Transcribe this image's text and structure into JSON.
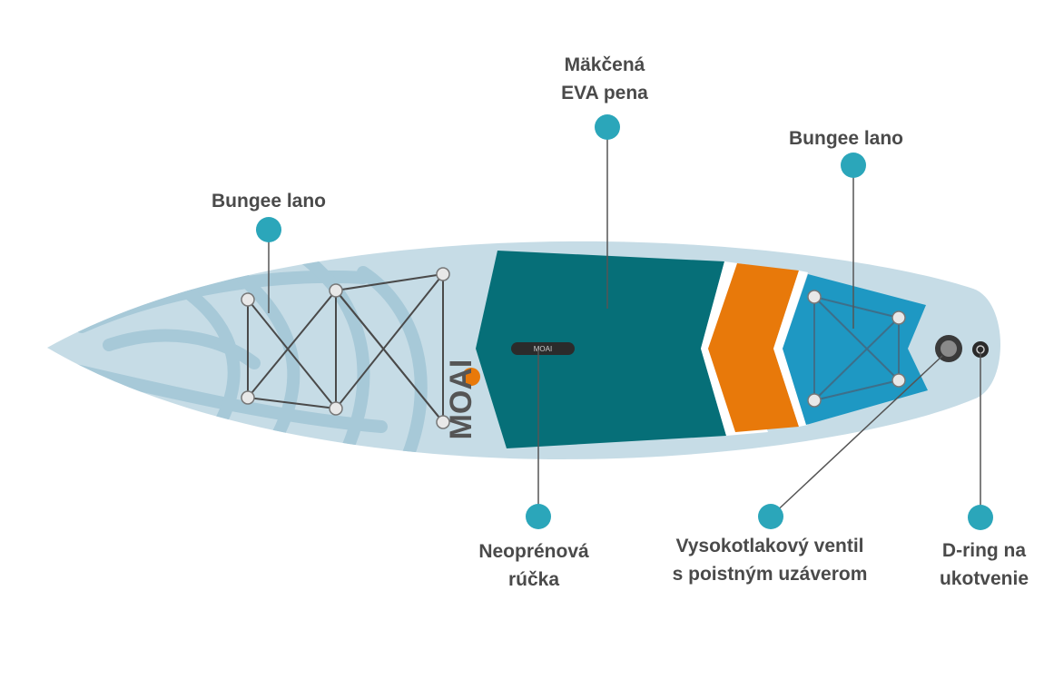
{
  "board": {
    "logo_text": "MOAI",
    "handle_text": "MOAI",
    "colors": {
      "hull": "#c6dce6",
      "hull_pattern": "#a7c9d8",
      "deck_pad": "#066f78",
      "chevron_orange": "#e8790a",
      "chevron_white": "#ffffff",
      "tail_pad": "#1e98c3",
      "marker": "#2ba6ba",
      "leader_line": "#555555",
      "text": "#4a4a4a"
    }
  },
  "callouts": [
    {
      "id": "bungee-front",
      "lines": [
        "Bungee lano"
      ]
    },
    {
      "id": "eva-foam",
      "lines": [
        "Mäkčená",
        "EVA pena"
      ]
    },
    {
      "id": "bungee-rear",
      "lines": [
        "Bungee lano"
      ]
    },
    {
      "id": "handle",
      "lines": [
        "Neoprénová",
        "rúčka"
      ]
    },
    {
      "id": "valve",
      "lines": [
        "Vysokotlakový ventil",
        "s poistným uzáverom"
      ]
    },
    {
      "id": "d-ring",
      "lines": [
        "D-ring na",
        "ukotvenie"
      ]
    }
  ]
}
